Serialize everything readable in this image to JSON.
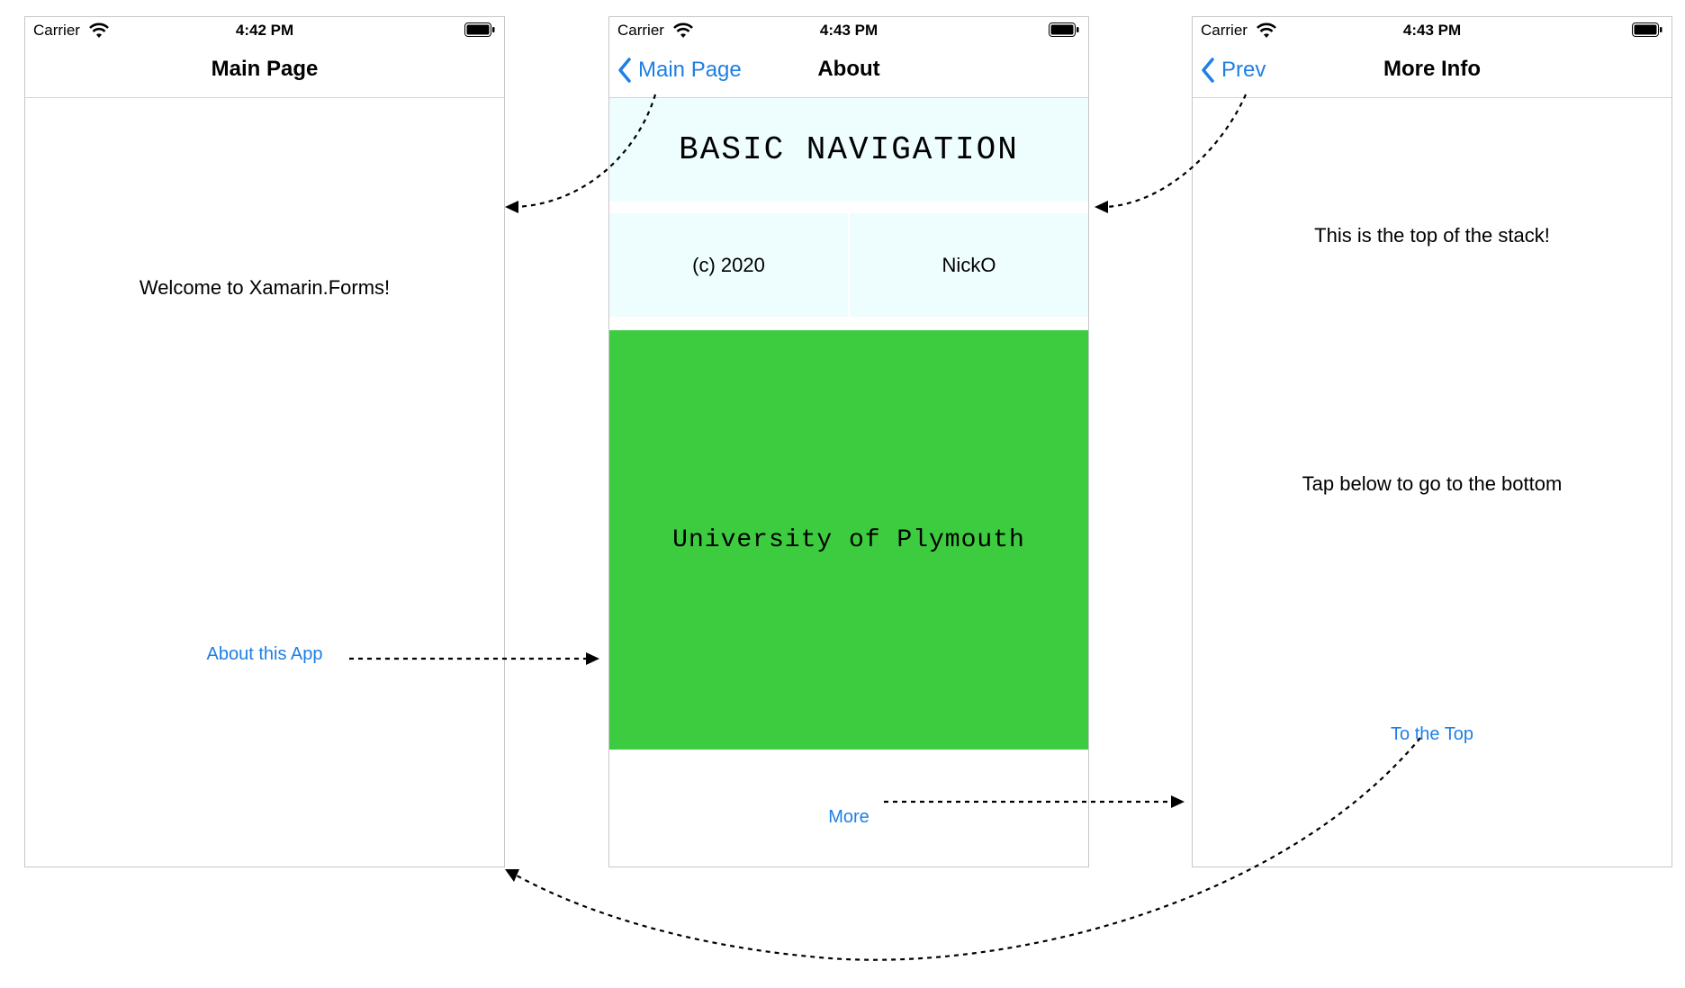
{
  "screens": [
    {
      "status": {
        "carrier": "Carrier",
        "time": "4:42 PM"
      },
      "nav": {
        "title": "Main Page"
      },
      "welcome": "Welcome to Xamarin.Forms!",
      "button_label": "About this App"
    },
    {
      "status": {
        "carrier": "Carrier",
        "time": "4:43 PM"
      },
      "nav": {
        "title": "About",
        "back_label": "Main Page"
      },
      "banner": "BASIC NAVIGATION",
      "copyright": "(c) 2020",
      "author": "NickO",
      "university": "University of Plymouth",
      "button_label": "More"
    },
    {
      "status": {
        "carrier": "Carrier",
        "time": "4:43 PM"
      },
      "nav": {
        "title": "More Info",
        "back_label": "Prev"
      },
      "top_text": "This is the top of the stack!",
      "middle_text": "Tap below to go to the bottom",
      "button_label": "To the Top"
    }
  ],
  "colors": {
    "link": "#1e7fe4",
    "banner_bg": "#eefdfe",
    "green_box": "#3dcc40"
  }
}
